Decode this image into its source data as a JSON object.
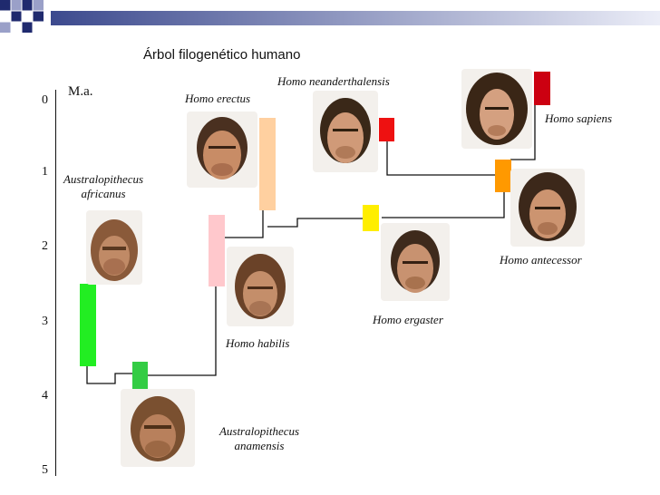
{
  "title": "Árbol filogenético humano",
  "axis": {
    "unit": "M.a.",
    "ticks": [
      "0",
      "1",
      "2",
      "3",
      "4",
      "5"
    ]
  },
  "species": {
    "australopithecus_africanus": "Australopithecus africanus",
    "australopithecus_anamensis": "Australopithecus anamensis",
    "homo_habilis": "Homo habilis",
    "homo_erectus": "Homo erectus",
    "homo_ergaster": "Homo ergaster",
    "homo_neanderthalensis": "Homo neanderthalensis",
    "homo_antecessor": "Homo antecessor",
    "homo_sapiens": "Homo sapiens"
  },
  "colors": {
    "australopithecus_africanus": "#22ee22",
    "australopithecus_anamensis": "#33cc44",
    "homo_habilis": "#ffc8cc",
    "homo_erectus": "#ffd0a0",
    "homo_ergaster": "#ffee00",
    "homo_neanderthalensis": "#ee1111",
    "homo_antecessor": "#ff9900",
    "homo_sapiens": "#cc0011"
  }
}
